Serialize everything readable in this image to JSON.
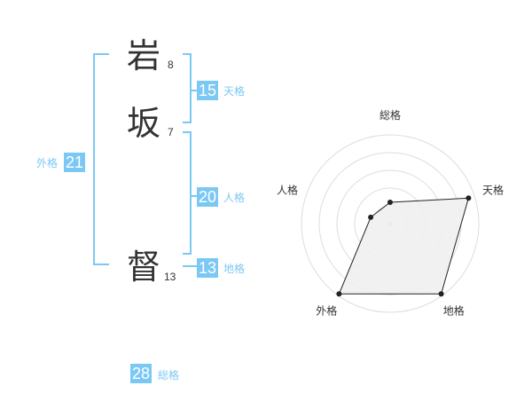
{
  "name": {
    "chars": [
      {
        "char": "岩",
        "strokes": "8"
      },
      {
        "char": "坂",
        "strokes": "7"
      },
      {
        "char": "督",
        "strokes": "13"
      }
    ]
  },
  "fortune": {
    "tenkaku": {
      "value": "15",
      "label": "天格"
    },
    "jinkaku": {
      "value": "20",
      "label": "人格"
    },
    "chikaku": {
      "value": "13",
      "label": "地格"
    },
    "gaikaku": {
      "value": "21",
      "label": "外格"
    },
    "soukaku": {
      "value": "28",
      "label": "総格"
    }
  },
  "colors": {
    "accent": "#7cc8f4",
    "text": "#333333",
    "ring": "#dddddd",
    "fill": "#f0f0f0",
    "line": "#222222"
  },
  "chart_data": {
    "type": "radar",
    "axes": [
      "総格",
      "天格",
      "地格",
      "外格",
      "人格"
    ],
    "values": [
      0.24,
      0.93,
      0.98,
      0.98,
      0.23
    ],
    "rings": 5,
    "max": 1
  }
}
